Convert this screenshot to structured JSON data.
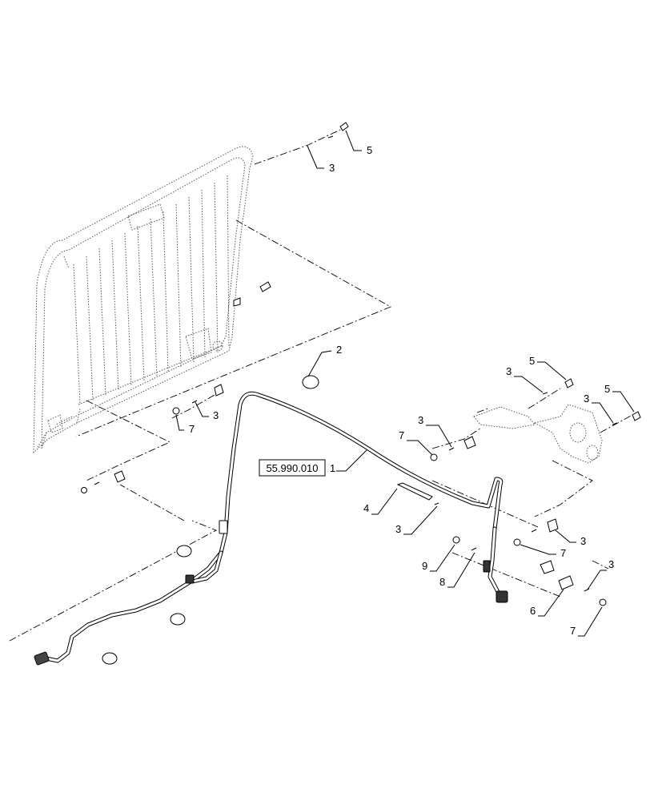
{
  "reference_box": "55.990.010",
  "callouts": {
    "c1": "1",
    "c2": "2",
    "c3a": "3",
    "c3b": "3",
    "c3c": "3",
    "c3d": "3",
    "c3e": "3",
    "c3f": "3",
    "c3g": "3",
    "c3h": "3",
    "c4": "4",
    "c5a": "5",
    "c5b": "5",
    "c5c": "5",
    "c6": "6",
    "c7a": "7",
    "c7b": "7",
    "c7c": "7",
    "c7d": "7",
    "c8": "8",
    "c9": "9"
  }
}
